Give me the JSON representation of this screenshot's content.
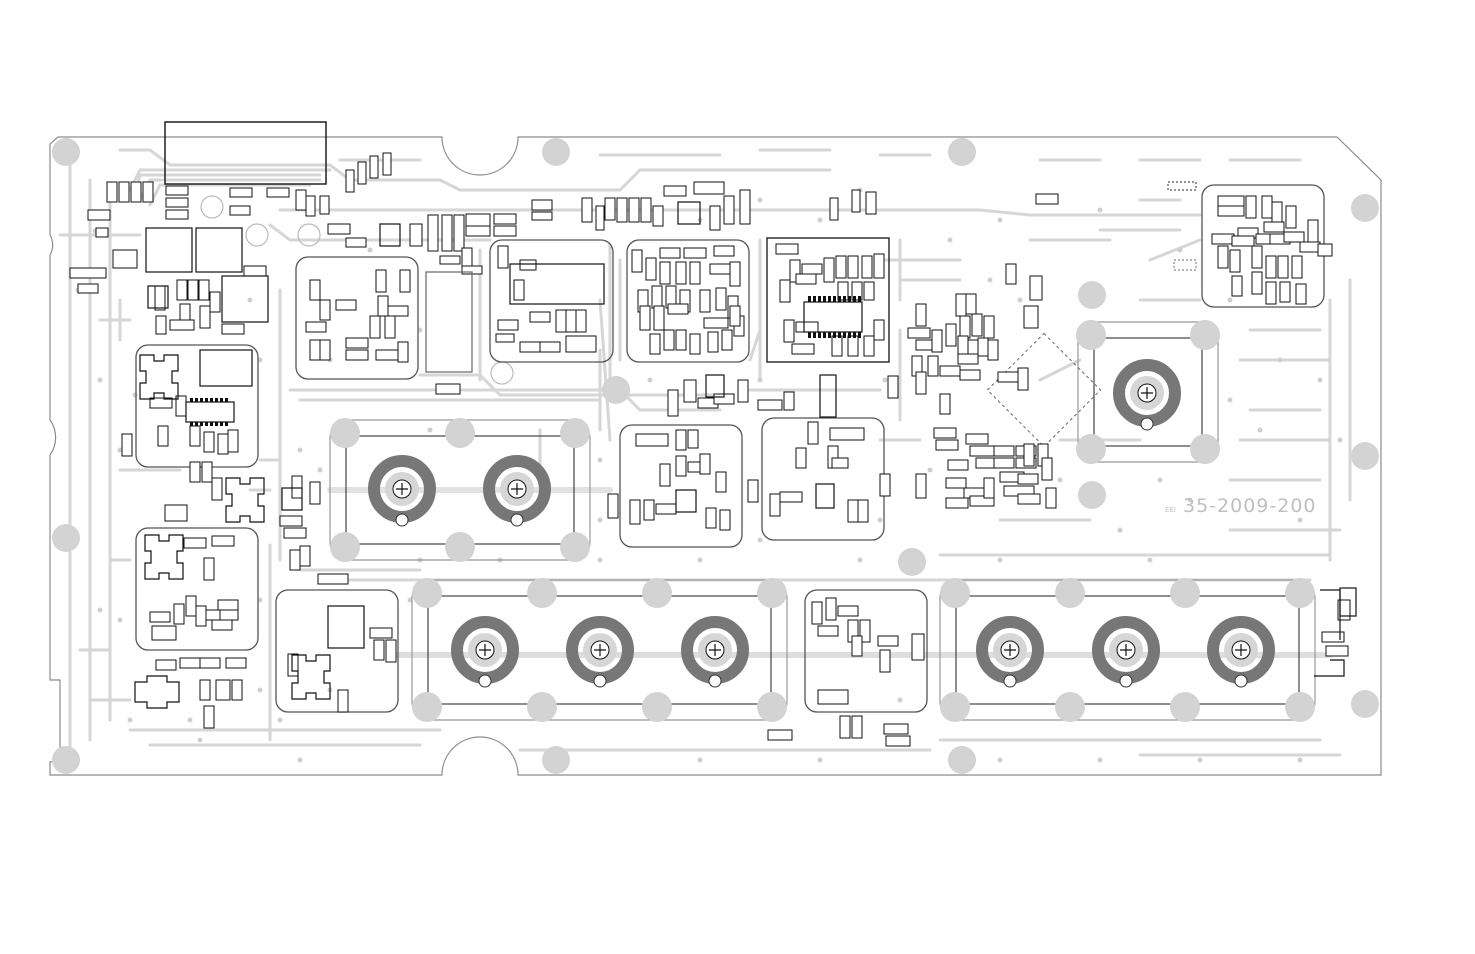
{
  "board": {
    "part_number": "35-2009-200",
    "maker_mark": "EEI"
  },
  "colors": {
    "background": "#ffffff",
    "outline": "#8c8c8c",
    "trace": "#d6d6d6",
    "pad": "#d3d3d3",
    "ring": "#777777",
    "component_outline": "#111111"
  },
  "icons": {
    "connector": "circle-plus-connector",
    "mounting_hole": "filled-circle-pad"
  }
}
